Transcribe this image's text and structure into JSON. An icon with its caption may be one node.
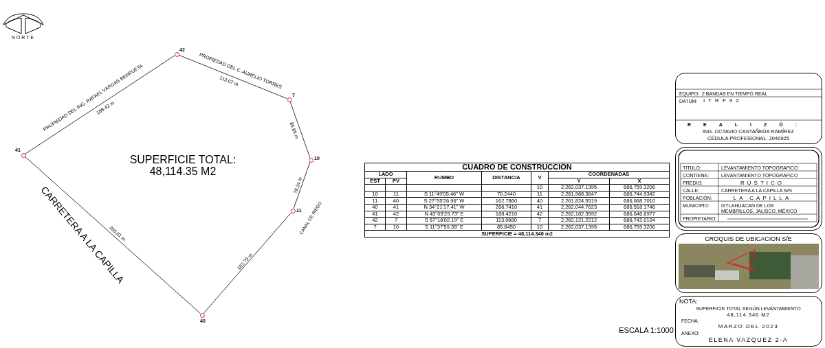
{
  "diagram": {
    "nodes": [
      {
        "text": [],
        "shape": "circle",
        "beside": [
          "42"
        ]
      },
      {
        "text": [],
        "shape": "circle",
        "beside": [
          "7"
        ]
      },
      {
        "text": [],
        "shape": "circle",
        "beside": [
          "10"
        ]
      },
      {
        "text": [],
        "shape": "circle",
        "beside": [
          "11"
        ]
      },
      {
        "text": [],
        "shape": "circle",
        "beside": [
          "40"
        ]
      },
      {
        "text": [],
        "shape": "circle",
        "beside": [
          "41"
        ]
      },
      {
        "text": [
          "EQUIPO:",
          "2 BANDAS EN TIEMPO REAL",
          "DATUM:",
          "ITRF92",
          "REALIZÓ:",
          "ING. OCTAVIO CASTAÑEDA RAMÍREZ",
          "CÉDULA PROFESIONAL: 2040925"
        ]
      },
      {
        "text": [
          "TITULO:",
          "LEVANTAMIENTO TOPOGRAFICO",
          "CONTIENE:",
          "LEVANTAMIENTO TOPOGRAFICO",
          "PREDIO:",
          "RÚSTICO",
          "CALLE:",
          "CARRETERA A LA CAPILLA S/N",
          "POBLACIÓN:",
          "LA CAPILLA",
          "MUNICIPIO:",
          "IXTLAHUACAN DE LOS MEMBRILLOS, JALISCO, MÉXICO",
          "PROPIETARIO:"
        ]
      },
      {
        "text": [
          "CROQUIS DE UBICACION S/E"
        ]
      },
      {
        "text": [
          "NOTA:",
          "SUPERFICIE TOTAL SEGÚN LEVANTAMIENTO",
          "48,114.346 M2",
          "FECHA:",
          "MARZO DEL 2023",
          "ANEXO:",
          "ELENA VAZQUEZ 2-A"
        ]
      }
    ],
    "edges": [
      {
        "from": 5,
        "to": 0,
        "arrow": "none",
        "label": "188.42 m"
      },
      {
        "from": 0,
        "to": 1,
        "arrow": "none",
        "label": "113.07 m"
      },
      {
        "from": 1,
        "to": 2,
        "arrow": "none",
        "label": "85.85 m"
      },
      {
        "from": 2,
        "to": 3,
        "arrow": "none",
        "label": "70.24 m"
      },
      {
        "from": 3,
        "to": 4,
        "arrow": "none",
        "label": "182.79 m"
      },
      {
        "from": 4,
        "to": 5,
        "arrow": "none",
        "label": "266.81 m"
      }
    ],
    "labels": [
      "NORTE",
      "PROPIEDAD DEL ING. RAFAEL VARGAS BERRUETA",
      "PROPIEDAD DEL C. AURELIO TORRES",
      "SUPERFICIE TOTAL: 48,114.35 M2",
      "CARRETERA A LA CAPILLA",
      "CANAL DE RIEGO",
      "CUADRO DE CONSTRUCCIÓN",
      "LADO",
      "RUMBO",
      "DISTANCIA",
      "V",
      "COORDENADAS",
      "EST",
      "PV",
      "Y",
      "X",
      "10",
      "2,262,037.1395",
      "686,759.3206",
      "10",
      "11",
      "S 11°49'05.46\" W",
      "70.2440",
      "11",
      "2,261,968.3847",
      "686,744.9342",
      "11",
      "40",
      "S 27°55'26.96\" W",
      "162.7860",
      "40",
      "2,261,824.5519",
      "686,668.7010",
      "40",
      "41",
      "N 34°21'17.41\" W",
      "266.7410",
      "41",
      "2,262,044.7623",
      "686,518.1746",
      "41",
      "42",
      "N 43°05'29.73\" E",
      "188.4210",
      "42",
      "2,262,182.3592",
      "686,646.8977",
      "42",
      "7",
      "S 57°16'02.19\" E",
      "113.0680",
      "7",
      "2,262,121.2212",
      "686,742.0104",
      "7",
      "10",
      "S 11°37'59.35\" E",
      "85.8450",
      "10",
      "2,262,037.1395",
      "686,759.3206",
      "SUPERFICIE = 48,114.346 m2",
      "ESCALA 1:1000"
    ]
  }
}
